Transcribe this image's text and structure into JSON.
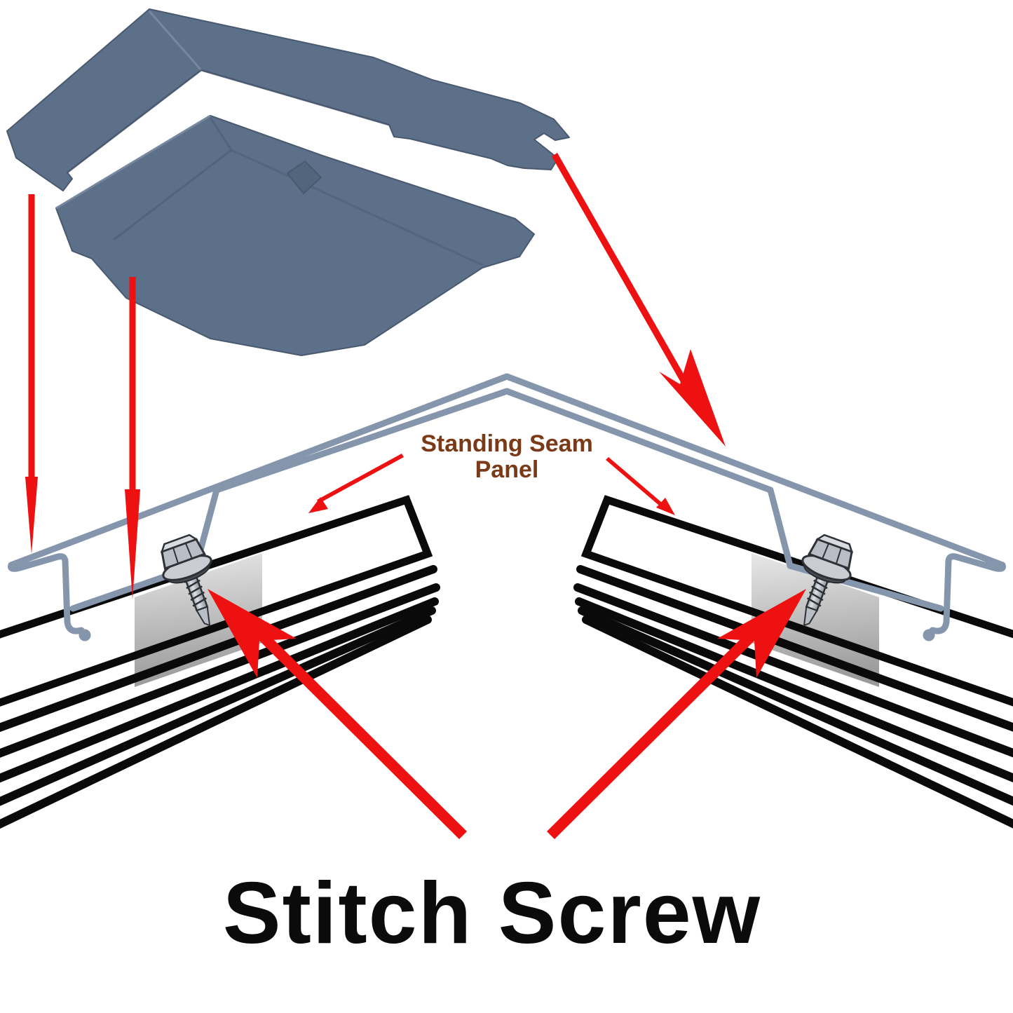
{
  "title": "Stitch Screw",
  "labels": {
    "standing_seam_line1": "Standing Seam",
    "standing_seam_line2": "Panel",
    "stitch_screw": "Stitch Screw"
  },
  "diagram": {
    "type": "roofing-installation-diagram",
    "components": [
      "ridge-cap-3d-illustration",
      "ridge-cap-cross-section-profile",
      "standing-seam-panel-left",
      "standing-seam-panel-right",
      "backing-plate-left",
      "backing-plate-right",
      "stitch-screw-left",
      "stitch-screw-right"
    ],
    "arrow_count": 7
  },
  "colors": {
    "background": "#ffffff",
    "metal_fill": "#5d7089",
    "metal_edge": "#49596f",
    "metal_highlight": "#75889f",
    "profile_line": "#8495ac",
    "arrow_red": "#ee1111",
    "label_brown": "#7b3a17",
    "text_black": "#0b0b0b",
    "panel_outline": "#0a0a0a",
    "plate_light": "#e4e4e4",
    "plate_dark": "#9f9f9f",
    "screw_metal_light": "#d8dce1",
    "screw_metal_dark": "#2e3237"
  }
}
